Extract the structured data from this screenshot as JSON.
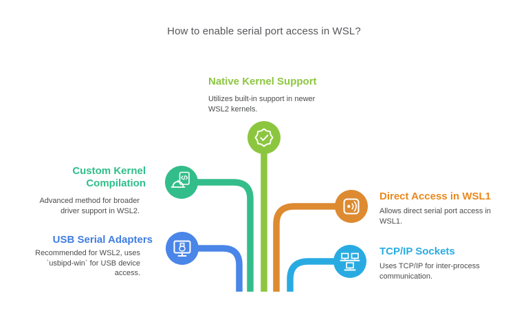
{
  "title": "How to enable serial port access in WSL?",
  "nodes": {
    "native": {
      "label": "Native Kernel Support",
      "description": "Utilizes built-in support in newer\nWSL2 kernels.",
      "color": "#8cc63f",
      "icon": "badge-check-icon"
    },
    "custom": {
      "label": "Custom Kernel\nCompilation",
      "description": "Advanced method for broader\ndriver support in WSL2.",
      "color": "#2ebe8a",
      "icon": "hardhat-code-icon"
    },
    "usb": {
      "label": "USB Serial Adapters",
      "description": "Recommended for WSL2, uses\n`usbipd-win` for USB device\naccess.",
      "color": "#4a85e8",
      "icon": "usb-monitor-icon"
    },
    "direct": {
      "label": "Direct Access in WSL1",
      "description": "Allows direct serial port access in\nWSL1.",
      "color": "#e8891d",
      "icon": "signal-waves-icon"
    },
    "tcp": {
      "label": "TCP/IP Sockets",
      "description": "Uses TCP/IP for inter-process\ncommunication.",
      "color": "#29abe2",
      "icon": "network-computers-icon"
    }
  },
  "colors": {
    "title_text": "#55565a",
    "body_text": "#4a4b4d",
    "native_green": "#8cc63f",
    "custom_teal": "#33bd8b",
    "usb_blue": "#4a85e8",
    "direct_orange": "#dd8a30",
    "tcp_cyan": "#29abe2",
    "background": "#ffffff"
  }
}
